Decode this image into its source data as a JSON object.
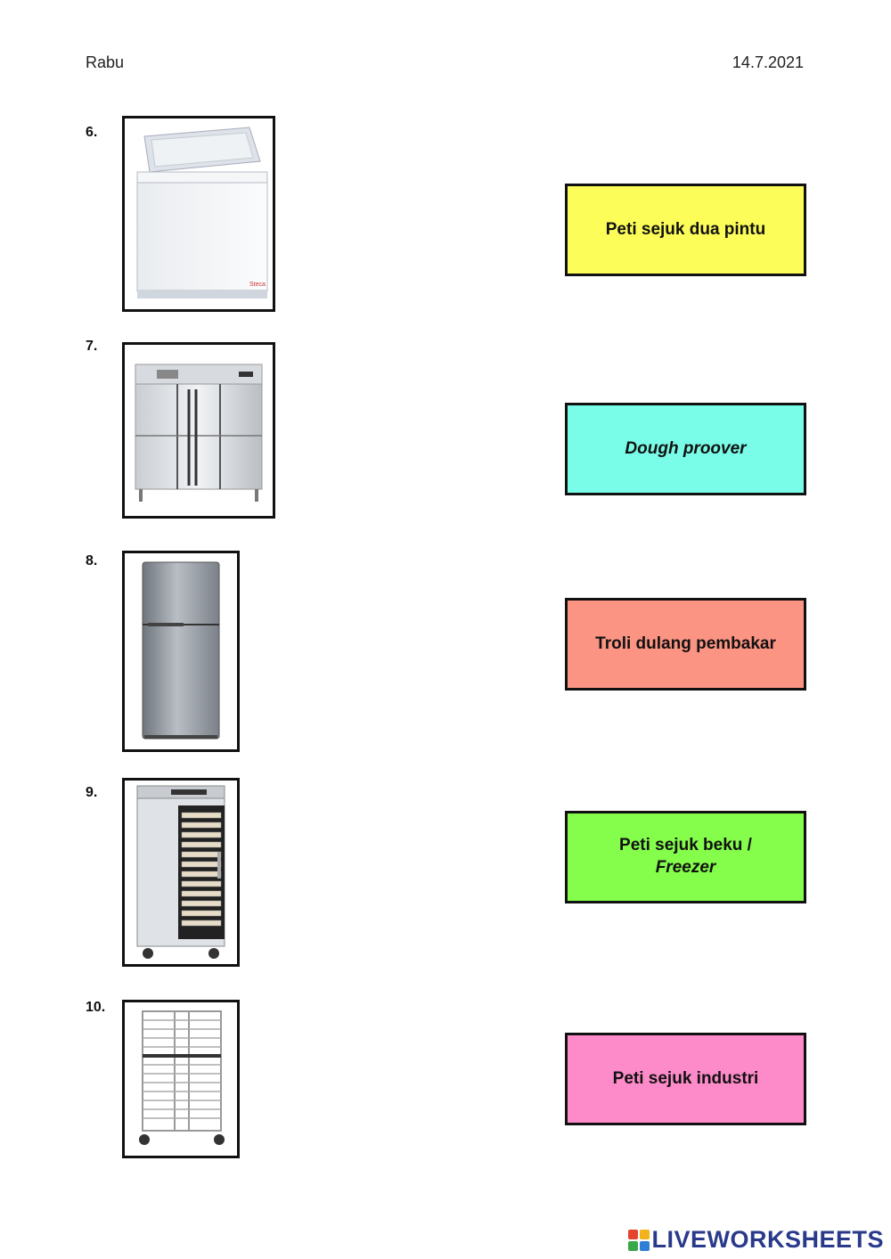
{
  "header": {
    "day": "Rabu",
    "date": "14.7.2021"
  },
  "items": [
    {
      "number": "6.",
      "icon": "chest-freezer-icon"
    },
    {
      "number": "7.",
      "icon": "industrial-fridge-icon"
    },
    {
      "number": "8.",
      "icon": "two-door-fridge-icon"
    },
    {
      "number": "9.",
      "icon": "dough-proover-icon"
    },
    {
      "number": "10.",
      "icon": "baking-tray-trolley-icon"
    }
  ],
  "cards": [
    {
      "text": "Peti sejuk dua pintu",
      "color": "#fdfd59"
    },
    {
      "text": "Dough proover",
      "color": "#79fde8"
    },
    {
      "text": "Troli dulang pembakar",
      "color": "#fc9484"
    },
    {
      "text": "Peti sejuk beku /",
      "text2": "Freezer",
      "color": "#84fd4b"
    },
    {
      "text": "Peti sejuk industri",
      "color": "#fd8ac9"
    }
  ],
  "footer": {
    "brand": "LIVEWORKSHEETS",
    "brand_color": "#2a3a8a"
  }
}
